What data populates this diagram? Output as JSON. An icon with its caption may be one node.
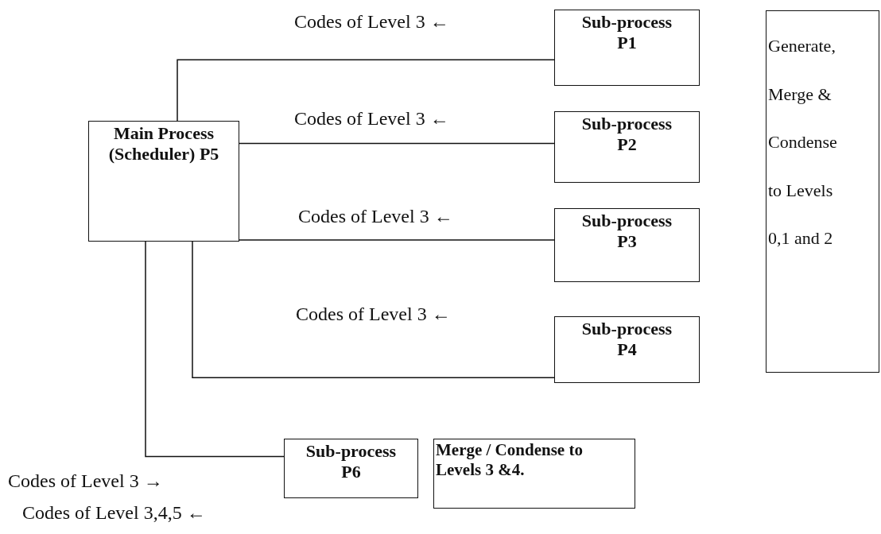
{
  "diagram": {
    "nodes": [
      {
        "text": [
          "Sub-process P1"
        ]
      },
      {
        "text": [
          "Main Process (Scheduler) P5"
        ]
      },
      {
        "text": [
          "Sub-process P2"
        ]
      },
      {
        "text": [
          "Sub-process P3"
        ]
      },
      {
        "text": [
          "Sub-process P4"
        ]
      },
      {
        "text": [
          "Generate, Merge & Condense to Levels 0,1 and 2"
        ]
      },
      {
        "text": [
          "Sub-process P6"
        ]
      },
      {
        "text": [
          "Merge / Condense to Levels 3 &4."
        ]
      }
    ],
    "edges": [
      {
        "from": 1,
        "to": 0,
        "arrow": "none",
        "label": "Codes of Level 3 ←"
      },
      {
        "from": 1,
        "to": 2,
        "arrow": "none",
        "label": "Codes of Level 3 ←"
      },
      {
        "from": 1,
        "to": 3,
        "arrow": "none",
        "label": "Codes of Level 3 ←"
      },
      {
        "from": 1,
        "to": 4,
        "arrow": "none",
        "label": "Codes of Level 3 ←"
      },
      {
        "from": 1,
        "to": 6,
        "arrow": "none",
        "label": "Codes of Level 3 →"
      }
    ],
    "labels": [
      "Codes of Level 3,4,5 ←"
    ]
  }
}
